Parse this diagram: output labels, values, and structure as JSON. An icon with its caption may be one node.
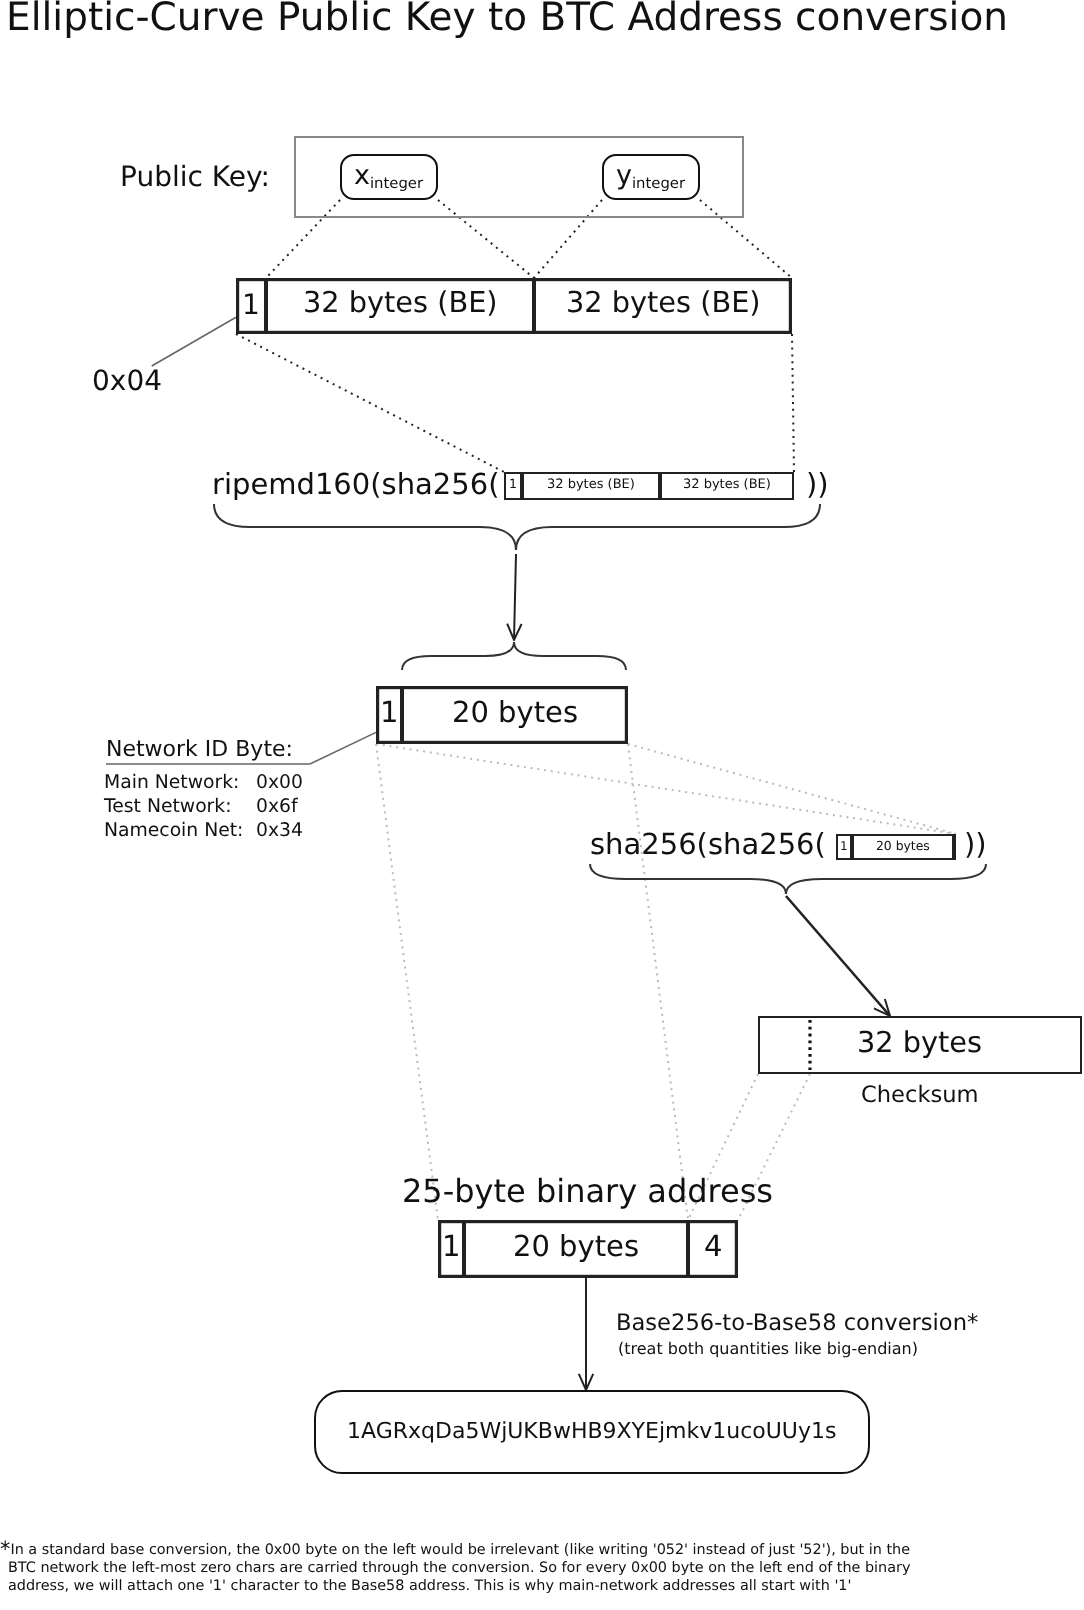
{
  "diagram": {
    "title": "Elliptic-Curve Public Key to BTC Address conversion",
    "nodes": [
      {
        "text": [
          "Public Key:"
        ]
      },
      {
        "text": [
          "x$_{integer}$"
        ],
        "in": 0
      },
      {
        "text": [
          "y$_{integer}$"
        ],
        "in": 0
      },
      {
        "text": [],
        "shape": "box"
      },
      {
        "text": [
          "1"
        ],
        "in": 3
      },
      {
        "text": [
          "32 bytes (BE)"
        ],
        "in": 3
      },
      {
        "text": [
          "32 bytes (BE)"
        ],
        "in": 3
      },
      {
        "text": [
          "0x04"
        ]
      },
      {
        "text": [
          "ripemd160(sha256(",
          "))"
        ]
      },
      {
        "text": [],
        "shape": "box",
        "in": 8
      },
      {
        "text": [
          "1"
        ],
        "in": 9
      },
      {
        "text": [
          "32 bytes (BE)"
        ],
        "in": 9
      },
      {
        "text": [
          "32 bytes (BE)"
        ],
        "in": 9
      },
      {
        "text": [],
        "shape": "box"
      },
      {
        "text": [
          "1"
        ],
        "in": 13
      },
      {
        "text": [
          "20 bytes"
        ],
        "in": 13
      },
      {
        "text": [
          "Network ID Byte:"
        ]
      },
      {
        "text": [
          "sha256(sha256(",
          "))"
        ]
      },
      {
        "text": [],
        "shape": "box",
        "in": 17
      },
      {
        "text": [
          "1"
        ],
        "in": 18
      },
      {
        "text": [
          "20 bytes"
        ],
        "in": 18
      },
      {
        "text": [
          "32 bytes"
        ],
        "beside": [
          "Checksum"
        ]
      },
      {
        "text": [
          "25-byte binary address"
        ]
      },
      {
        "text": [
          "1"
        ],
        "in": 22
      },
      {
        "text": [
          "20 bytes"
        ],
        "in": 22
      },
      {
        "text": [
          "4"
        ],
        "in": 22
      },
      {
        "text": [
          "1AGRxqDa5WjUKBwHB9XYEjmkv1ucoUUy1s"
        ]
      }
    ],
    "edges": [
      {
        "from": 1,
        "to": 5,
        "arrow": "none",
        "style": "dashed"
      },
      {
        "from": 1,
        "to": 5,
        "arrow": "none",
        "style": "dashed"
      },
      {
        "from": 2,
        "to": 6,
        "arrow": "none",
        "style": "dashed"
      },
      {
        "from": 2,
        "to": 6,
        "arrow": "none",
        "style": "dashed"
      },
      {
        "from": 7,
        "to": 4,
        "arrow": "none",
        "color": "#666666"
      },
      {
        "from": 3,
        "to": 9,
        "arrow": "none",
        "style": "dashed"
      },
      {
        "from": 3,
        "to": 9,
        "arrow": "none",
        "style": "dashed"
      },
      {
        "from": 8,
        "to": 13,
        "arrow": "to"
      },
      {
        "from": 16,
        "to": 14,
        "arrow": "none",
        "color": "#666666"
      },
      {
        "from": 13,
        "to": 18,
        "arrow": "none",
        "style": "dashed",
        "color": "#bbbbbb"
      },
      {
        "from": 13,
        "to": 18,
        "arrow": "none",
        "style": "dashed",
        "color": "#bbbbbb"
      },
      {
        "from": 17,
        "to": 21,
        "arrow": "to"
      },
      {
        "from": 13,
        "to": 22,
        "arrow": "none",
        "style": "dashed",
        "color": "#bbbbbb"
      },
      {
        "from": 13,
        "to": 22,
        "arrow": "none",
        "style": "dashed",
        "color": "#bbbbbb"
      },
      {
        "from": 21,
        "to": 25,
        "arrow": "none",
        "style": "dashed",
        "color": "#bbbbbb"
      },
      {
        "from": 21,
        "to": 25,
        "arrow": "none",
        "style": "dashed",
        "color": "#bbbbbb"
      },
      {
        "from": 22,
        "to": 26,
        "arrow": "to",
        "label": "Base256-to-Base58 conversion*"
      }
    ],
    "labels": [
      "Main Network:",
      "0x00",
      "Test Network:",
      "0x6f",
      "Namecoin Net:",
      "0x34",
      "(treat both quantities like big-endian)",
      "$^{*}$In a standard base conversion, the 0x00 byte on the left would be irrelevant (like writing '052' instead of just '52'), but in the BTC network the left-most zero chars are carried through the conversion. So for every 0x00 byte on the left end of the binary address, we will attach one '1' character to the Base58 address. This is why main-network addresses all start with '1'"
    ]
  }
}
